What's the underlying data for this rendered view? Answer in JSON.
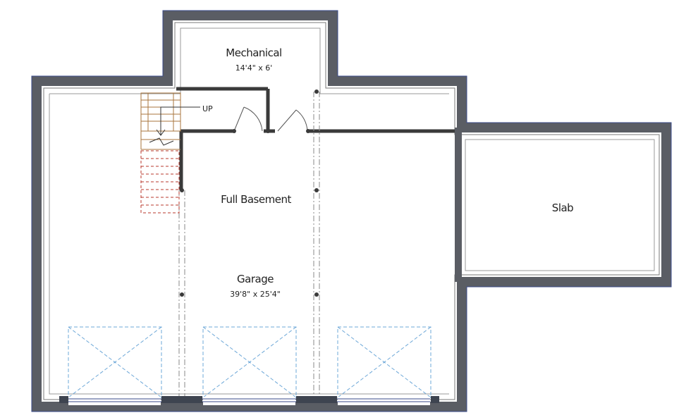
{
  "rooms": {
    "mechanical": {
      "label": "Mechanical",
      "dimensions": "14'4\" x 6'"
    },
    "full_basement": {
      "label": "Full Basement"
    },
    "garage": {
      "label": "Garage",
      "dimensions": "39'8\" x 25'4\""
    },
    "slab": {
      "label": "Slab"
    }
  },
  "stairs": {
    "direction_label": "UP"
  },
  "colors": {
    "wall_fill": "#5a5d64",
    "wall_edge": "#3a4a8a",
    "interior_wall": "#3a3a3a",
    "stair_wood": "#a8763e",
    "stair_dashed": "#b83a2e",
    "garage_door_dashed": "#6ea8d8",
    "beam_dashed": "#888888"
  }
}
